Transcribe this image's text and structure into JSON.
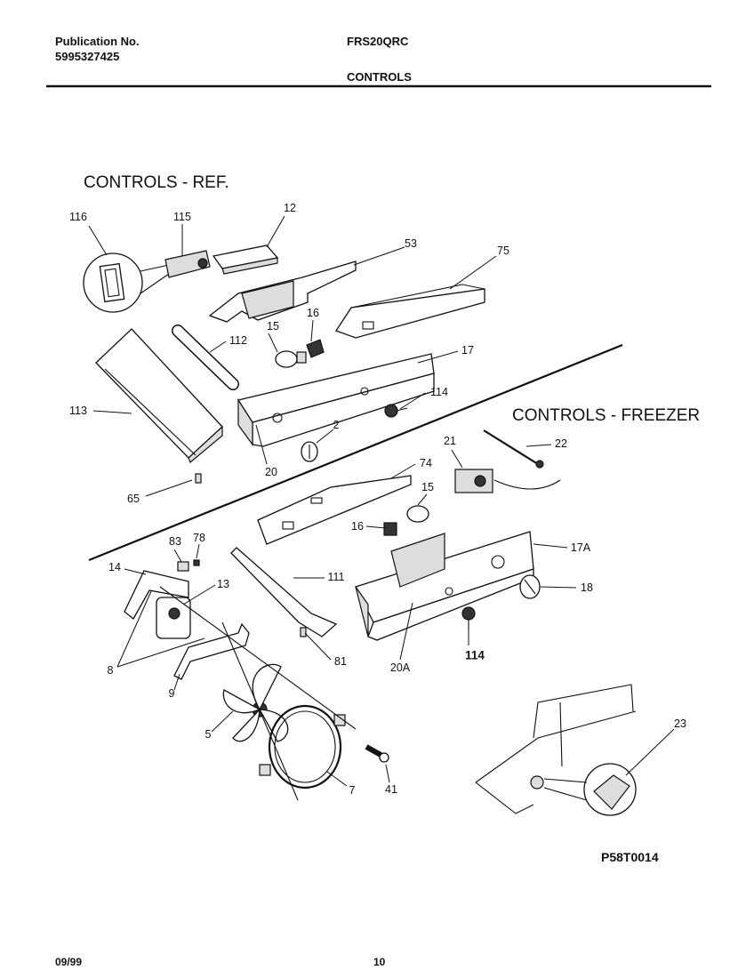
{
  "header": {
    "publication_label": "Publication No.",
    "publication_number": "5995327425",
    "model": "FRS20QRC",
    "section": "CONTROLS"
  },
  "sections": {
    "ref_title": "CONTROLS - REF.",
    "freezer_title": "CONTROLS - FREEZER"
  },
  "callouts": {
    "c116": "116",
    "c115": "115",
    "c12": "12",
    "c53": "53",
    "c75": "75",
    "c15a": "15",
    "c16a": "16",
    "c112": "112",
    "c17": "17",
    "c114a": "114",
    "c113": "113",
    "c2": "2",
    "c20": "20",
    "c65": "65",
    "c21": "21",
    "c22": "22",
    "c74": "74",
    "c15b": "15",
    "c16b": "16",
    "c17a": "17A",
    "c18": "18",
    "c114b": "114",
    "c20a": "20A",
    "c83": "83",
    "c78": "78",
    "c14": "14",
    "c13": "13",
    "c111": "111",
    "c81": "81",
    "c8": "8",
    "c9": "9",
    "c5": "5",
    "c7": "7",
    "c41": "41",
    "c23": "23"
  },
  "footer": {
    "diagram_code": "P58T0014",
    "date": "09/99",
    "page_number": "10"
  }
}
